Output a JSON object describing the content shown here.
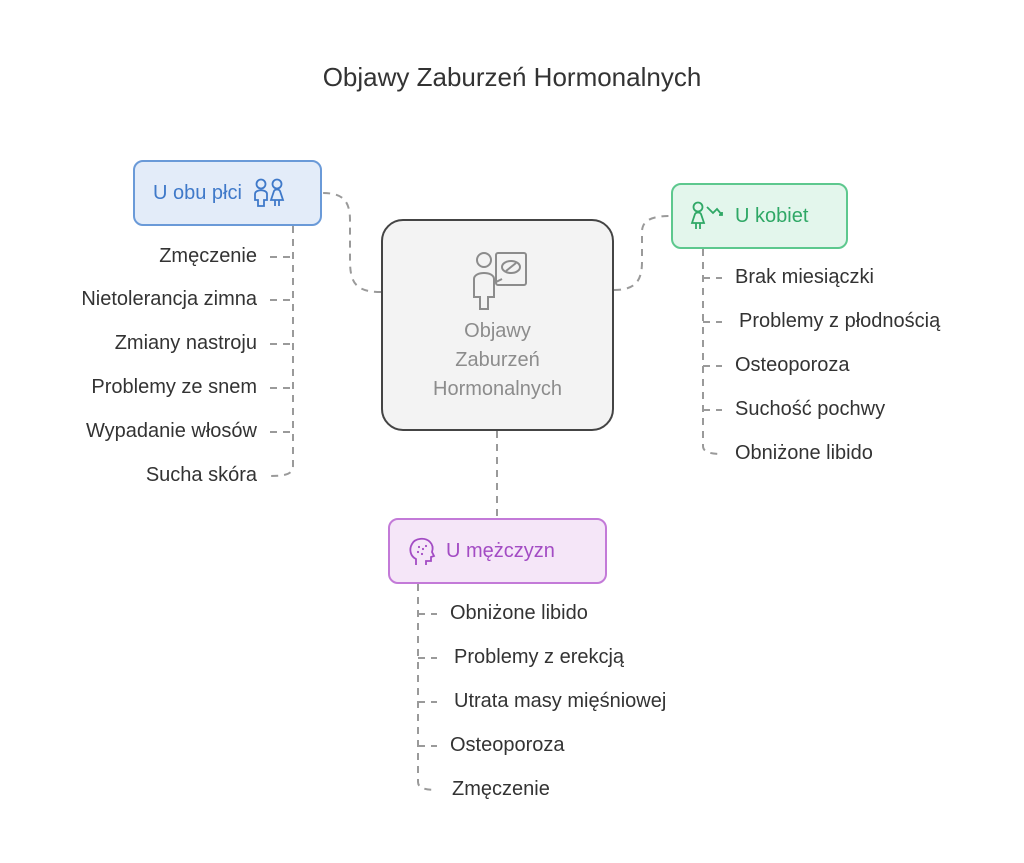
{
  "title": "Objawy Zaburzeń Hormonalnych",
  "center": {
    "label_lines": [
      "Objawy",
      "Zaburzeń",
      "Hormonalnych"
    ],
    "icon": "doctor-chart-icon"
  },
  "categories": {
    "both": {
      "label": "U obu płci",
      "icon": "two-people-icon",
      "color": "#3f79c9",
      "items": [
        "Zmęczenie",
        "Nietolerancja zimna",
        "Zmiany nastroju",
        "Problemy ze snem",
        "Wypadanie włosów",
        "Sucha skóra"
      ]
    },
    "women": {
      "label": "U kobiet",
      "icon": "woman-arrow-icon",
      "color": "#2fa866",
      "items": [
        "Brak miesiączki",
        "Problemy z płodnością",
        "Osteoporoza",
        "Suchość pochwy",
        "Obniżone libido"
      ]
    },
    "men": {
      "label": "U mężczyzn",
      "icon": "head-profile-icon",
      "color": "#a34cc4",
      "items": [
        "Obniżone libido",
        "Problemy z erekcją",
        "Utrata masy mięśniowej",
        "Osteoporoza",
        "Zmęczenie"
      ]
    }
  }
}
